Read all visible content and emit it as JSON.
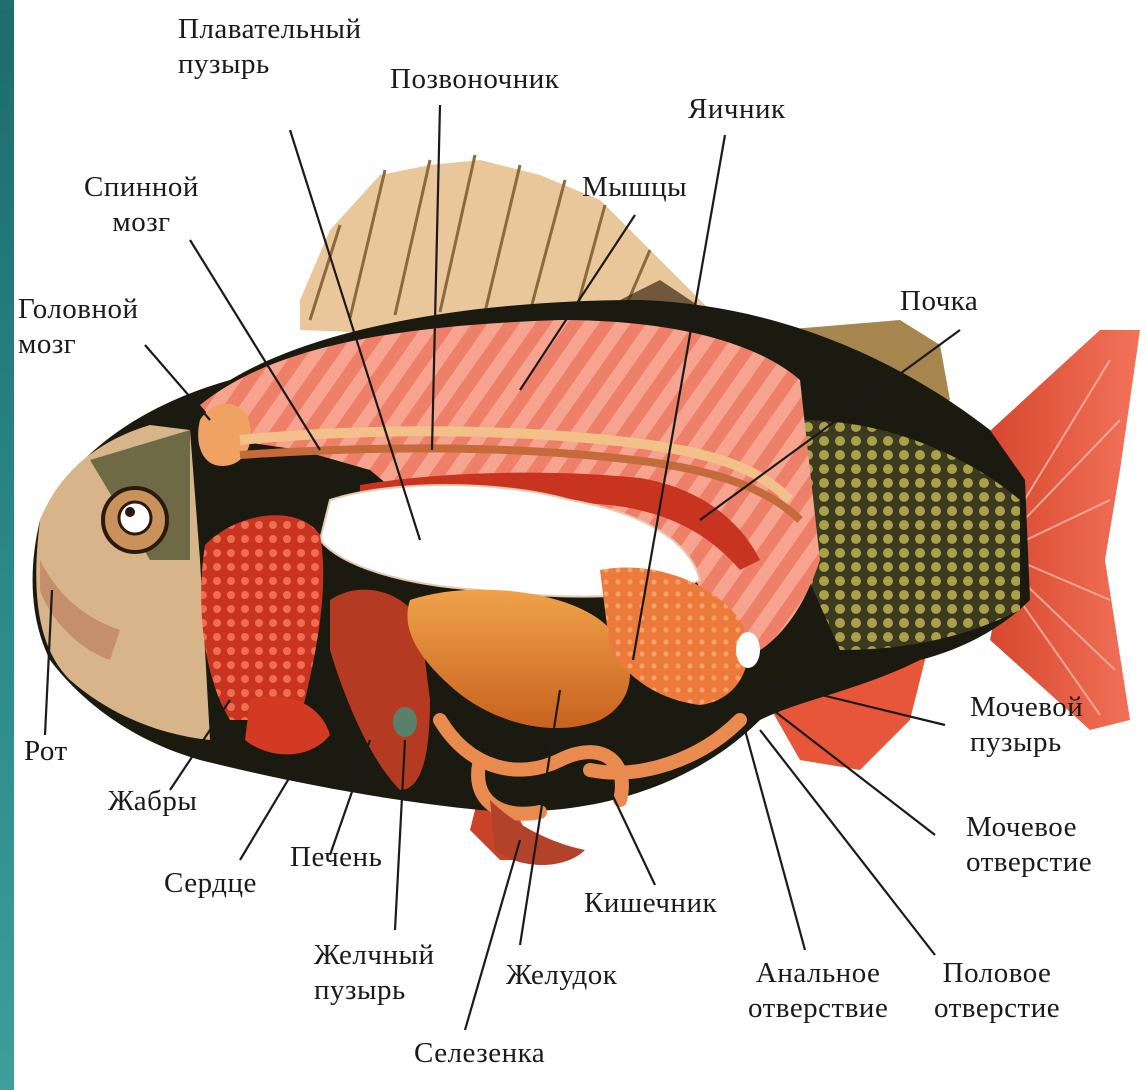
{
  "labels": {
    "swim_bladder": [
      "Плавательный",
      "пузырь"
    ],
    "spine": [
      "Позвоночник"
    ],
    "ovary": [
      "Яичник"
    ],
    "spinal_cord": [
      "Спинной",
      "мозг"
    ],
    "muscles": [
      "Мышцы"
    ],
    "brain": [
      "Головной",
      "мозг"
    ],
    "kidney": [
      "Почка"
    ],
    "mouth": [
      "Рот"
    ],
    "gills": [
      "Жабры"
    ],
    "heart": [
      "Сердце"
    ],
    "liver": [
      "Печень"
    ],
    "gall_bladder": [
      "Желчный",
      "пузырь"
    ],
    "stomach": [
      "Желудок"
    ],
    "spleen": [
      "Селезенка"
    ],
    "intestine": [
      "Кишечник"
    ],
    "anal_opening": [
      "Анальное",
      "отверствие"
    ],
    "genital_opening": [
      "Половое",
      "отверстие"
    ],
    "urinary_bladder": [
      "Мочевой",
      "пузырь"
    ],
    "urinary_opening": [
      "Мочевое",
      "отверстие"
    ]
  },
  "colors": {
    "frame": "#1f6f70",
    "muscle": "#f08a74",
    "fin": "#e8563a",
    "organ": "#d9762e",
    "body_dark": "#1a1a12",
    "scales": "#8a8a3a"
  }
}
